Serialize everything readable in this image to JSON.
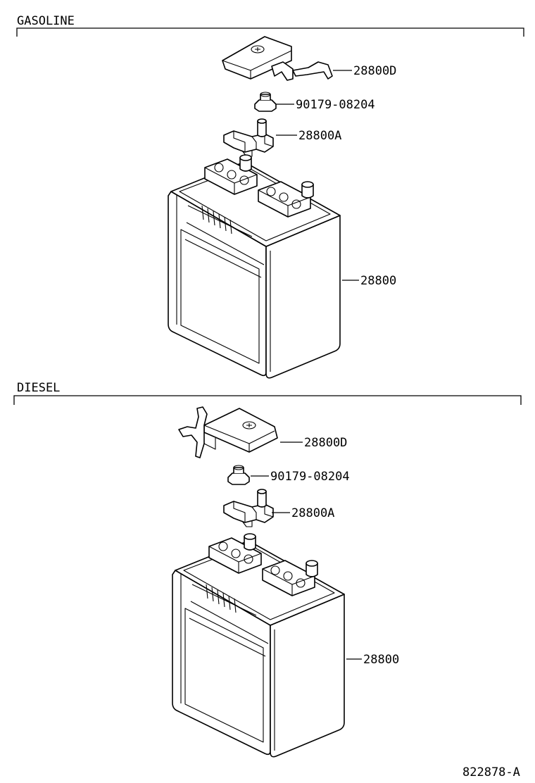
{
  "sections": [
    {
      "title": "GASOLINE",
      "parts": {
        "cover": "28800D",
        "nut": "90179-08204",
        "clamp": "28800A",
        "battery": "28800"
      }
    },
    {
      "title": "DIESEL",
      "parts": {
        "cover": "28800D",
        "nut": "90179-08204",
        "clamp": "28800A",
        "battery": "28800"
      }
    }
  ],
  "footer_code": "822878-A"
}
